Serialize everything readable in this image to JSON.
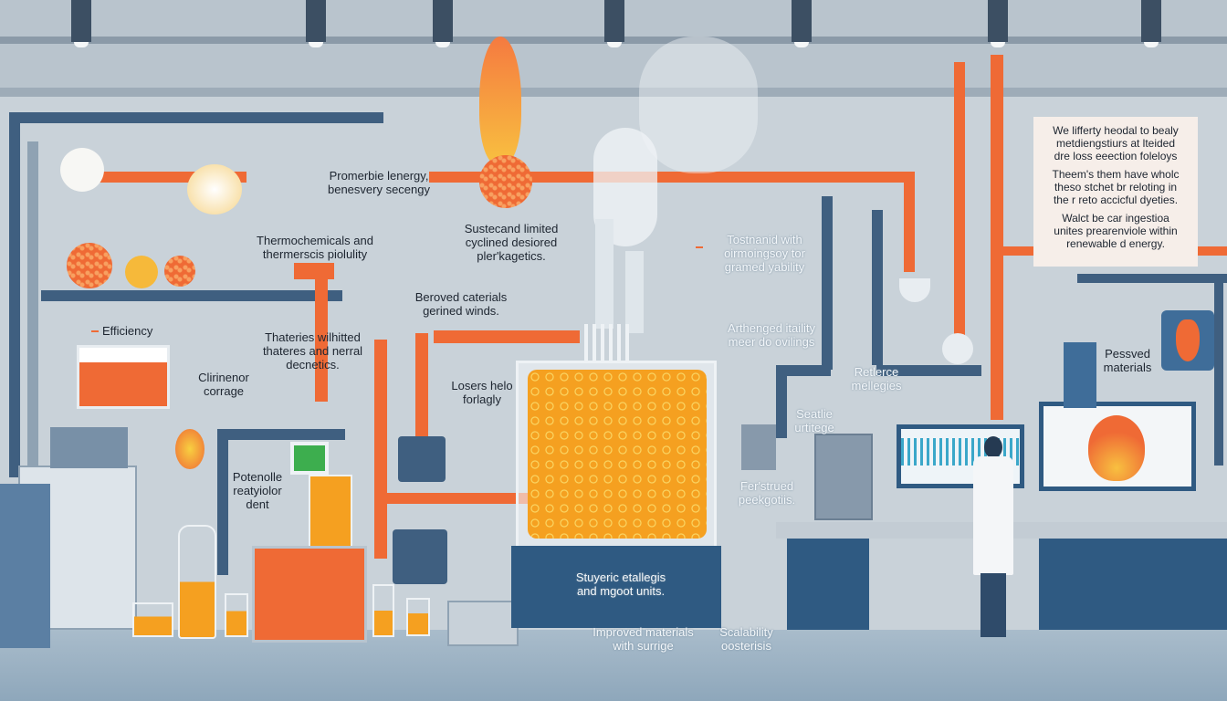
{
  "colors": {
    "accent_orange": "#ef6a35",
    "pipe_blue": "#3f5f80",
    "reactor_orange": "#f5a020",
    "background": "#c9d2d9"
  },
  "labels": {
    "promerbie": [
      "Promerbie lenergy,",
      "benesvery secengy"
    ],
    "thermochemicals": [
      "Thermochemicals and",
      "thermerscis piolulity"
    ],
    "sustecand": [
      "Sustecand limited",
      "cyclined desiored",
      "pler'kagetics."
    ],
    "tostnanid": [
      "Tostnanid with",
      "oirmoingsoy tor",
      "gramed yability"
    ],
    "efficiency": "Efficiency",
    "clirinenor": [
      "Clirinenor",
      "corrage"
    ],
    "thateries": [
      "Thateries wilhitted",
      "thateres and nerral",
      "decnetics."
    ],
    "beroved": [
      "Beroved caterials",
      "gerined winds."
    ],
    "losers": [
      "Losers helo",
      "forlagly"
    ],
    "potenolle": [
      "Potenolle",
      "reatyiolor",
      "dent"
    ],
    "arthenged": [
      "Arthenged itaility",
      "meer do ovilings"
    ],
    "retlerce": [
      "Retlerce",
      "mellegies"
    ],
    "seatlie": [
      "Seatlie",
      "urtitege"
    ],
    "ferstrued": [
      "Fer'strued",
      "peekgotiis."
    ],
    "pessved": [
      "Pessved",
      "materials"
    ],
    "stuyeric": [
      "Stuyeric etallegis",
      "and mgoot units."
    ],
    "improved": [
      "Improved materials",
      "with surrige"
    ],
    "scalability": [
      "Scalability",
      "oosterisis"
    ]
  },
  "info_box": {
    "paragraphs": [
      [
        "We lifferty heodal to bealy",
        "metdiengstiurs at lteided",
        "dre loss eeection foleloys"
      ],
      [
        "Theem's them have wholc",
        "theso stchet br reloting in",
        "the r reto accicful dyeties."
      ],
      [
        "Walct be car ingestioa",
        "unites prearenviole within",
        "renewable d energy."
      ]
    ]
  }
}
